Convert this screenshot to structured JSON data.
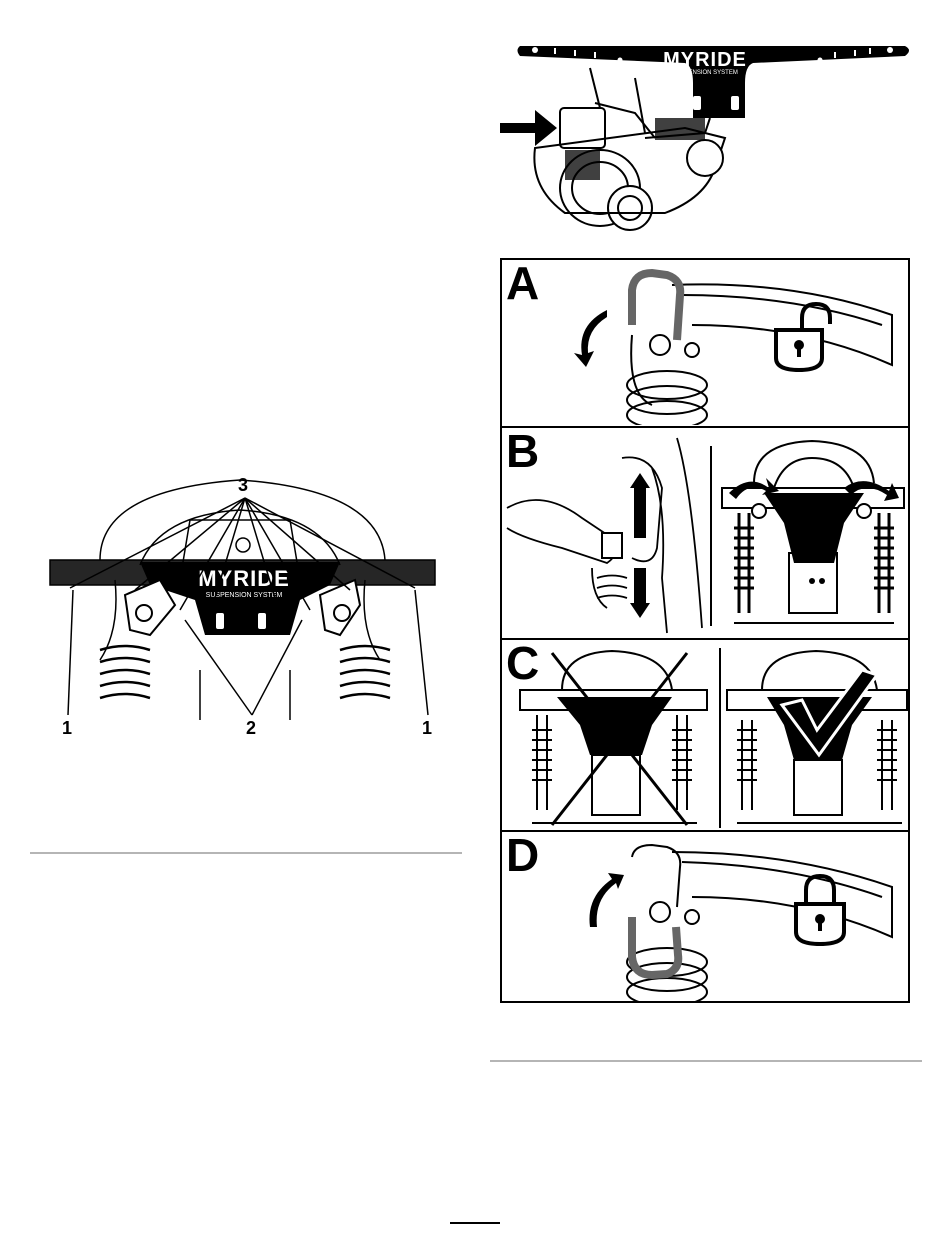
{
  "brand": {
    "logo_text": "MYRIDE",
    "logo_subtitle": "SUSPENSION SYSTEM"
  },
  "figure_left": {
    "callouts": [
      "1",
      "2",
      "1",
      "3"
    ]
  },
  "panels": [
    {
      "letter": "A",
      "icon": "unlock-icon"
    },
    {
      "letter": "B",
      "icon": "rotate-arrows-icon"
    },
    {
      "letter": "C",
      "icon": "wrong-right-comparison"
    },
    {
      "letter": "D",
      "icon": "lock-icon"
    }
  ],
  "icons": {
    "arrow": "arrow-right-icon",
    "check": "checkmark-icon",
    "cross": "x-mark-icon"
  },
  "colors": {
    "ink": "#000000",
    "rule": "#b5b5b5",
    "handle_gray": "#666666"
  }
}
